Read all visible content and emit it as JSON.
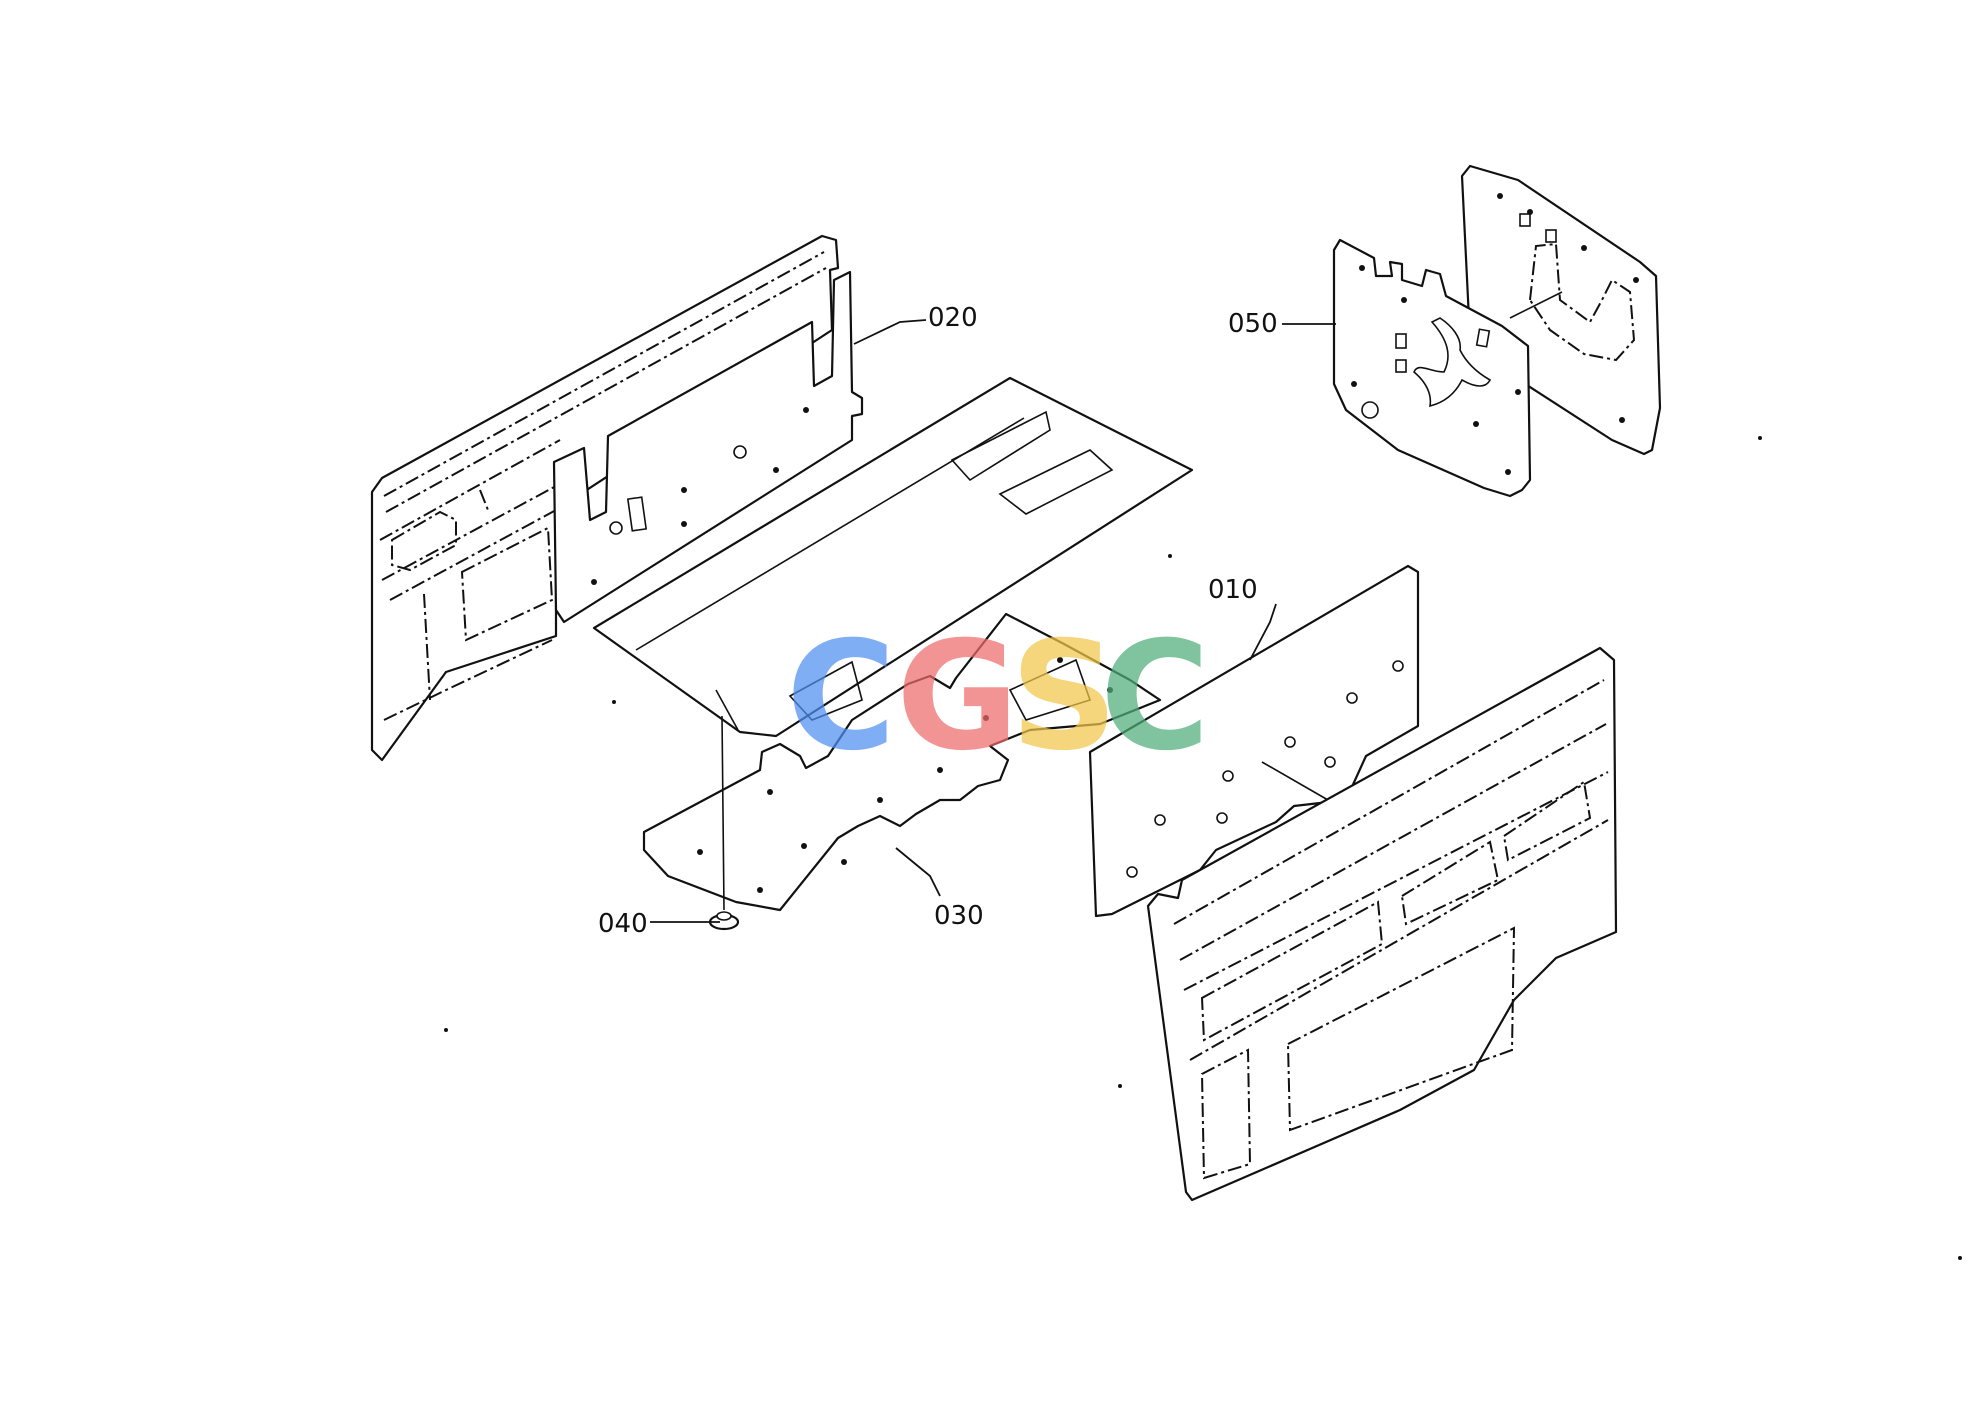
{
  "callouts": {
    "p010": "010",
    "p020": "020",
    "p030": "030",
    "p040": "040",
    "p050": "050"
  },
  "watermark": {
    "letters": [
      "C",
      "G",
      "S",
      "C"
    ],
    "colors": [
      "#4f8ff0",
      "#ef6b6b",
      "#f2c74a",
      "#4fae7a"
    ]
  }
}
